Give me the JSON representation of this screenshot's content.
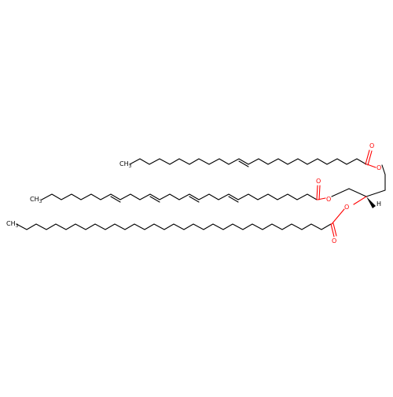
{
  "molecule": {
    "atoms": {
      "oxygen": "O",
      "carbon_terminal_main": "CH",
      "carbon_terminal_sub": "3",
      "hydrogen": "H"
    },
    "colors": {
      "bond": "#000000",
      "oxygen": "#ff0000",
      "background": "#ffffff"
    }
  }
}
